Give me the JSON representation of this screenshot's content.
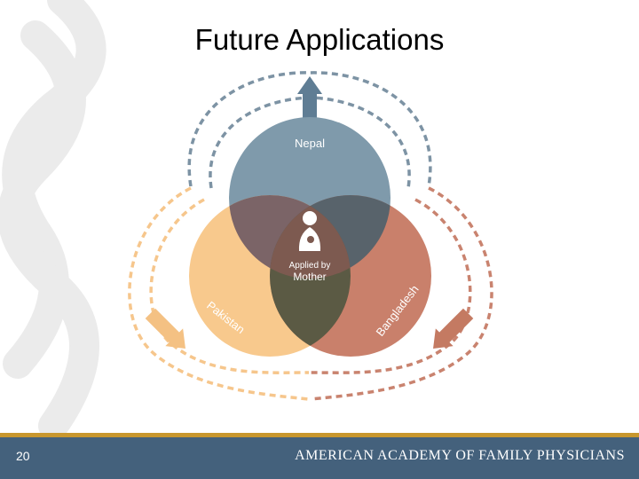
{
  "slide": {
    "title": "Future Applications",
    "page_number": "20"
  },
  "diagram": {
    "circles": [
      {
        "label": "Nepal",
        "color": "#7f9aab"
      },
      {
        "label": "Pakistan",
        "color": "#f8c98d"
      },
      {
        "label": "Bangladesh",
        "color": "#c9806b"
      }
    ],
    "center": {
      "line1": "Applied by",
      "line2": "Mother",
      "icon": "mother-and-child-icon"
    },
    "arrows": [
      "up-arrow",
      "down-left-arrow",
      "down-right-arrow"
    ]
  },
  "footer": {
    "organization": "AMERICAN ACADEMY OF FAMILY PHYSICIANS",
    "rule_color": "#c8972e",
    "bar_color": "#44617c"
  }
}
